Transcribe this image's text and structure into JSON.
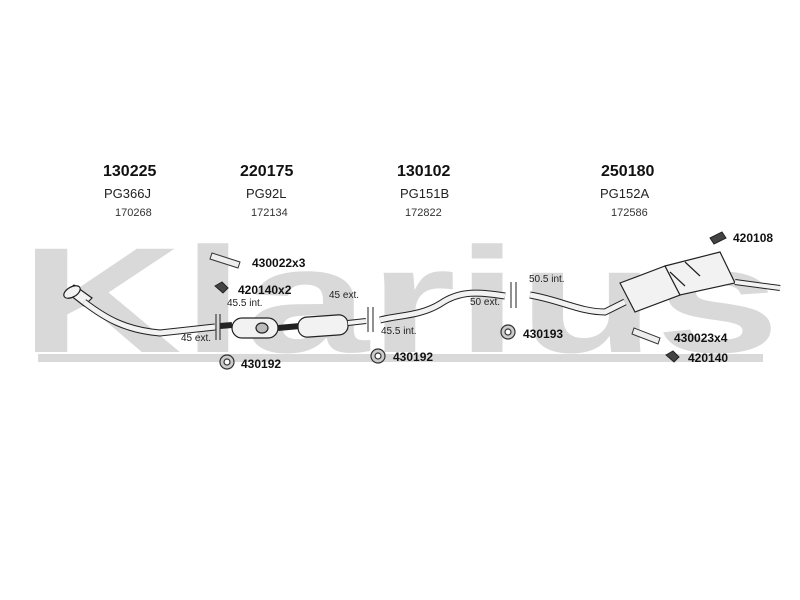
{
  "diagram": {
    "watermark": "Klarius",
    "colors": {
      "watermark": "#d9d9d9",
      "line": "#222222",
      "pipe_fill": "#f2f2f2"
    },
    "parts": [
      {
        "code": "130225",
        "ref": "PG366J",
        "sub": "170268"
      },
      {
        "code": "220175",
        "ref": "PG92L",
        "sub": "172134"
      },
      {
        "code": "130102",
        "ref": "PG151B",
        "sub": "172822"
      },
      {
        "code": "250180",
        "ref": "PG152A",
        "sub": "172586"
      }
    ],
    "accessories": [
      {
        "code": "430022x3",
        "icon": "clamp-icon"
      },
      {
        "code": "420140x2",
        "icon": "bracket-icon"
      },
      {
        "code": "430192",
        "icon": "rubber-mount-icon"
      },
      {
        "code": "430192",
        "icon": "rubber-mount-icon"
      },
      {
        "code": "430193",
        "icon": "rubber-mount-icon"
      },
      {
        "code": "420108",
        "icon": "bracket-icon"
      },
      {
        "code": "430023x4",
        "icon": "clamp-icon"
      },
      {
        "code": "420140",
        "icon": "bracket-icon"
      }
    ],
    "dimensions": [
      "45.5 int.",
      "45 ext.",
      "45 ext.",
      "45.5 int.",
      "50 ext.",
      "50.5 int."
    ]
  }
}
